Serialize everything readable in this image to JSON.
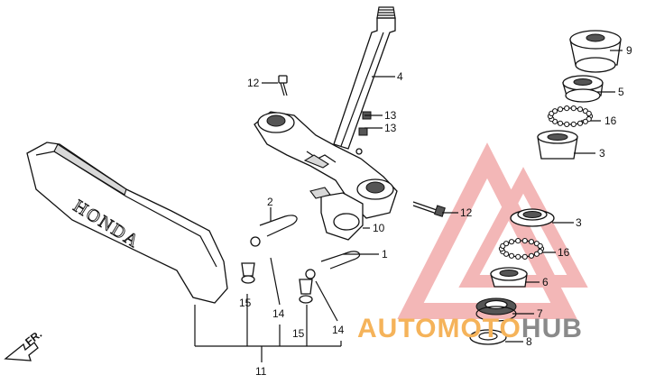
{
  "parts": [
    {
      "id": "p1",
      "label": "1"
    },
    {
      "id": "p2",
      "label": "2"
    },
    {
      "id": "p3a",
      "label": "3"
    },
    {
      "id": "p3b",
      "label": "3"
    },
    {
      "id": "p4",
      "label": "4"
    },
    {
      "id": "p5",
      "label": "5"
    },
    {
      "id": "p6",
      "label": "6"
    },
    {
      "id": "p7",
      "label": "7"
    },
    {
      "id": "p8",
      "label": "8"
    },
    {
      "id": "p9",
      "label": "9"
    },
    {
      "id": "p10",
      "label": "10"
    },
    {
      "id": "p11",
      "label": "11"
    },
    {
      "id": "p12a",
      "label": "12"
    },
    {
      "id": "p12b",
      "label": "12"
    },
    {
      "id": "p13a",
      "label": "13"
    },
    {
      "id": "p13b",
      "label": "13"
    },
    {
      "id": "p14a",
      "label": "14"
    },
    {
      "id": "p14b",
      "label": "14"
    },
    {
      "id": "p15a",
      "label": "15"
    },
    {
      "id": "p15b",
      "label": "15"
    },
    {
      "id": "p16a",
      "label": "16"
    },
    {
      "id": "p16b",
      "label": "16"
    }
  ],
  "emblem_text": "HONDA",
  "front_marker": "FR.",
  "watermark": {
    "part1": "AUTOMOTO",
    "part2": "HUB",
    "color_orange": "#f5b35a",
    "color_gray": "#8a8a8a",
    "color_red": "#f0a0a0"
  }
}
